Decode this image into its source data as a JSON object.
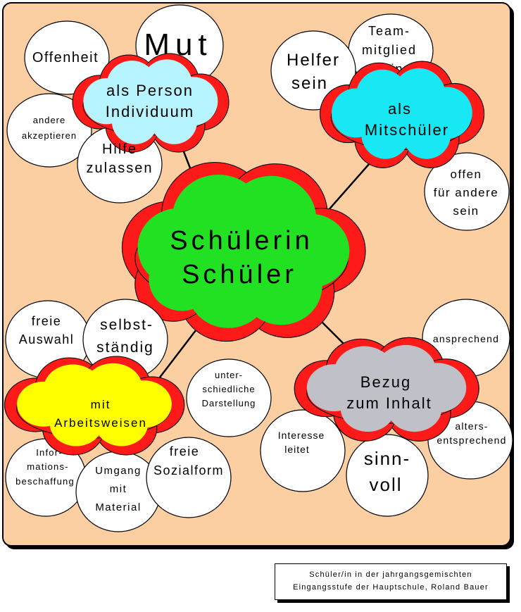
{
  "colors": {
    "panel": "#FCCFA2",
    "cloud_outline": "#FF1A1A",
    "center_cloud": "#22E022",
    "person_cloud": "#B6F4FF",
    "mitschueler_cloud": "#18E8F4",
    "arbeitsweisen_cloud": "#FFFF00",
    "bezug_cloud": "#C0C0C8",
    "bubble": "#FFFFFF"
  },
  "center": {
    "line1": "Schülerin",
    "line2": "Schüler"
  },
  "person": {
    "cloud": {
      "line1": "als Person",
      "line2": "Individuum"
    },
    "offenheit": "Offenheit",
    "mut": "Mut",
    "andere": {
      "line1": "andere",
      "line2": "akzeptieren"
    },
    "hilfe": {
      "line1": "Hilfe",
      "line2": "zulassen"
    }
  },
  "mitschueler": {
    "cloud": {
      "line1": "als",
      "line2": "Mitschüler"
    },
    "helfer": {
      "line1": "Helfer",
      "line2": "sein"
    },
    "team": {
      "line1": "Team-",
      "line2": "mitglied",
      "line3": "sein"
    },
    "offen": {
      "line1": "offen",
      "line2": "für andere",
      "line3": "sein"
    }
  },
  "arbeitsweisen": {
    "cloud": {
      "line1": "mit",
      "line2": "Arbeitsweisen"
    },
    "freie_auswahl": {
      "line1": "freie",
      "line2": "Auswahl"
    },
    "selbst": {
      "line1": "selbst-",
      "line2": "ständig"
    },
    "darstellung": {
      "line1": "unter-",
      "line2": "schiedliche",
      "line3": "Darstellung"
    },
    "info": {
      "line1": "Infor-",
      "line2": "mations-",
      "line3": "beschaffung"
    },
    "umgang": {
      "line1": "Umgang",
      "line2": "mit",
      "line3": "Material"
    },
    "sozialform": {
      "line1": "freie",
      "line2": "Sozialform"
    }
  },
  "bezug": {
    "cloud": {
      "line1": "Bezug",
      "line2": "zum Inhalt"
    },
    "ansprechend": "ansprechend",
    "alters": {
      "line1": "alters-",
      "line2": "entsprechend"
    },
    "interesse": {
      "line1": "Interesse",
      "line2": "leitet"
    },
    "sinnvoll": {
      "line1": "sinn-",
      "line2": "voll"
    }
  },
  "caption": {
    "line1": "Schüler/in in der jahrgangsgemischten",
    "line2": "Eingangsstufe der Hauptschule, Roland Bauer"
  }
}
